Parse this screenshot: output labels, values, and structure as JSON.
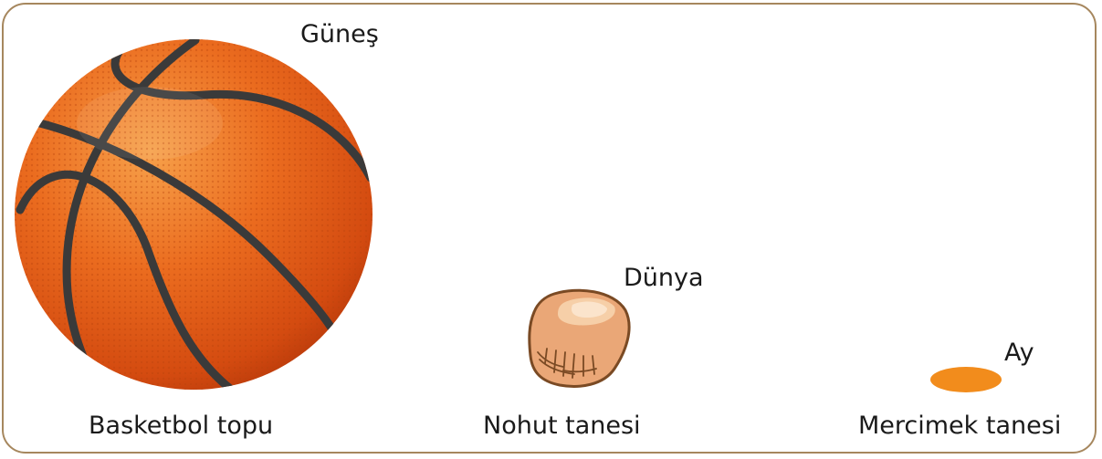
{
  "labels": {
    "sun": "Güneş",
    "earth": "Dünya",
    "moon": "Ay"
  },
  "captions": {
    "basketball": "Basketbol topu",
    "chickpea": "Nohut tanesi",
    "lentil": "Mercimek tanesi"
  },
  "colors": {
    "frame": "#a6875e",
    "ball": "#e8641a",
    "chickpea": "#eaa777",
    "lentil": "#f28c1c"
  }
}
